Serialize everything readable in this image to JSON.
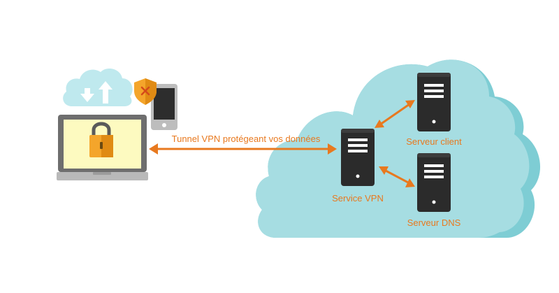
{
  "labels": {
    "tunnel": "Tunnel VPN protégeant vos données",
    "vpn_service": "Service VPN",
    "client_server": "Serveur client",
    "dns_server": "Serveur DNS"
  },
  "colors": {
    "accent": "#e8791f",
    "cloud_big": "#a6dde2",
    "cloud_big_shadow": "#7ecdd4",
    "cloud_small": "#bfe9ee",
    "server_body": "#2b2b2b",
    "laptop_frame": "#6e6e6e",
    "screen": "#fdfac0",
    "lock": "#f4a52b"
  },
  "icons": {
    "cloud_transfer": "cloud-upload-download-icon",
    "shield": "shield-alert-icon",
    "lock": "padlock-icon",
    "server": "server-tower-icon"
  }
}
